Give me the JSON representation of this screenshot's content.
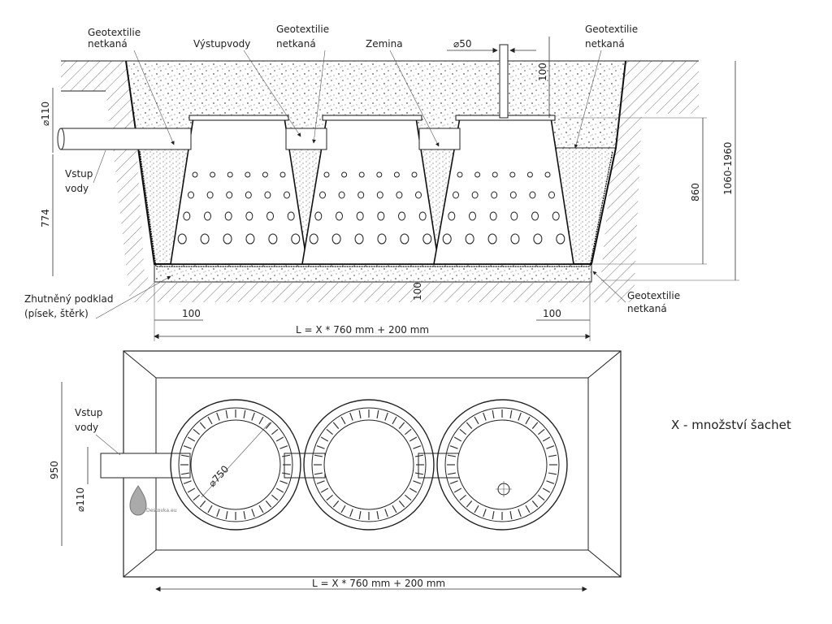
{
  "section_view": {
    "geotextile_left": [
      "Geotextilie",
      "netkaná"
    ],
    "geotextile_mid": [
      "Geotextilie",
      "netkaná"
    ],
    "geotextile_right": [
      "Geotextilie",
      "netkaná"
    ],
    "geotextile_bottom": [
      "Geotextilie",
      "netkaná"
    ],
    "water_outlet": "Výstupvody",
    "soil": "Zemina",
    "vent_diameter": "⌀50",
    "pipe_diameter": "⌀110",
    "water_inlet": [
      "Vstup",
      "vody"
    ],
    "dim_100_top": "100",
    "dim_774": "774",
    "dim_860": "860",
    "dim_1060_1960": "1060-1960",
    "dim_100_bottom": "100",
    "dim_100_left": "100",
    "dim_100_right": "100",
    "base_layer": [
      "Zhutněný podklad",
      "(písek, štěrk)"
    ],
    "length_formula": "L = X  * 760 mm + 200 mm"
  },
  "plan_view": {
    "water_inlet": [
      "Vstup",
      "vody"
    ],
    "dim_950": "950",
    "pipe_diameter": "⌀110",
    "chamber_diameter": "⌀750",
    "length_formula": "L = X  * 760 mm + 200 mm",
    "watermark": "Destovka.eu"
  },
  "legend": {
    "x_note": "X - množství šachet"
  },
  "colors": {
    "line": "#222222",
    "hatch": "#888888",
    "gravel_dot": "#555555"
  }
}
